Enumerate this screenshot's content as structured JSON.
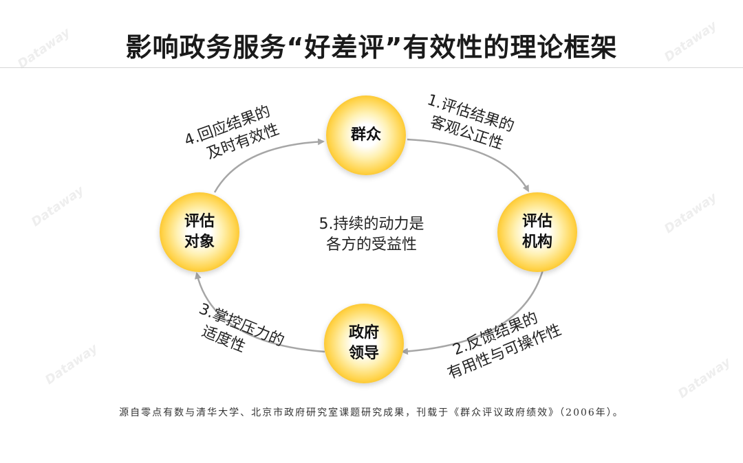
{
  "title": "影响政务服务“好差评”有效性的理论框架",
  "nodes": {
    "public": [
      "群众"
    ],
    "agency": [
      "评估",
      "机构"
    ],
    "government": [
      "政府",
      "领导"
    ],
    "target": [
      "评估",
      "对象"
    ]
  },
  "edges": {
    "e1": [
      "1.评估结果的",
      "客观公正性"
    ],
    "e2": [
      "2.反馈结果的",
      "有用性与可操作性"
    ],
    "e3": [
      "3.掌控压力的",
      "适度性"
    ],
    "e4": [
      "4.回应结果的",
      "及时有效性"
    ]
  },
  "center": [
    "5.持续的动力是",
    "各方的受益性"
  ],
  "source": "源自零点有数与清华大学、北京市政府研究室课题研究成果，刊载于《群众评议政府绩效》（2006年）。",
  "watermark": "Dataway",
  "colors": {
    "node": "#f5b000",
    "arrow": "#a6a6a6"
  }
}
